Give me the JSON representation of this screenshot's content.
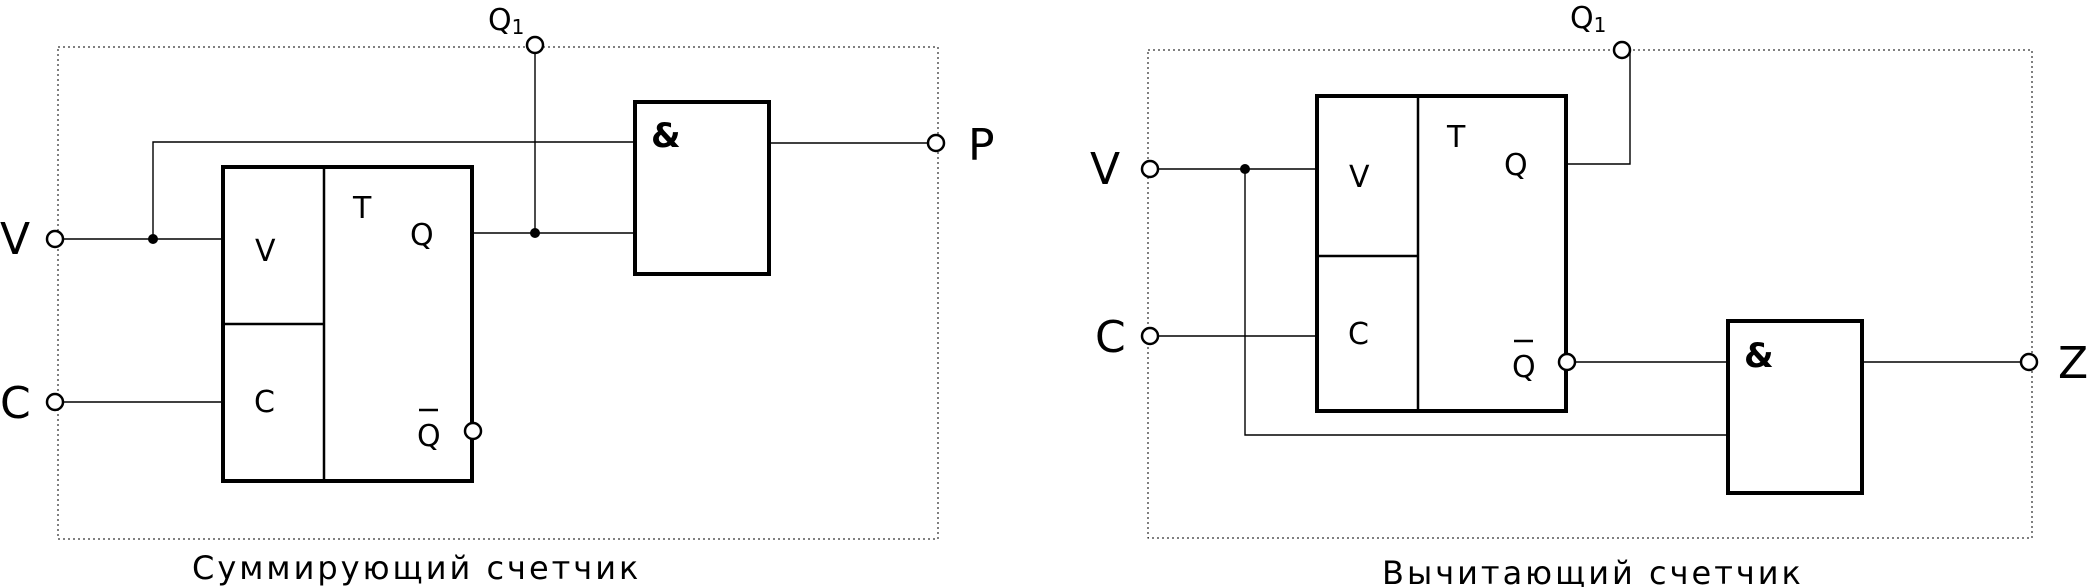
{
  "circuits": [
    {
      "caption": "Суммирующий счетчик",
      "input_v": "V",
      "input_c": "C",
      "output_q1": "Q1",
      "output": "P",
      "trigger": {
        "type": "T",
        "pin_v": "V",
        "pin_c": "C",
        "pin_q": "Q",
        "pin_qbar": "Q"
      },
      "gate": "&"
    },
    {
      "caption": "Вычитающий счетчик",
      "input_v": "V",
      "input_c": "C",
      "output_q1": "Q1",
      "output": "Z",
      "trigger": {
        "type": "T",
        "pin_v": "V",
        "pin_c": "C",
        "pin_q": "Q",
        "pin_qbar": "Q"
      },
      "gate": "&"
    }
  ]
}
